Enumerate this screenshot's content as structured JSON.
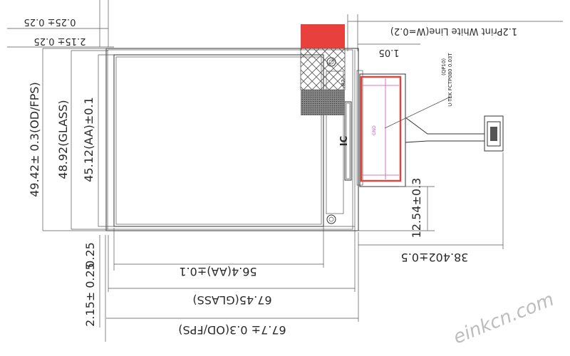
{
  "dimensions": {
    "top_left_1": "0.25± 0.25",
    "top_left_2": "2.15± 0.25",
    "print_white_line": "1.2Print White Line(W=0.2)",
    "offset_105": "1.05",
    "height_od": "49.42± 0.3(OD/FPS)",
    "height_glass": "48.92(GLASS)",
    "height_aa": "45.12(AA)±0.1",
    "left_025": "0.25",
    "left_215": "2.15± 0.25",
    "fpc_offset": "12.54±0.3",
    "fpc_length": "38.402±0.5",
    "width_aa": "56.4(AA)±0.1",
    "width_glass": "67.45(GLASS)",
    "width_od": "67.7± 0.3(OD/FPS)"
  },
  "labels": {
    "ic": "IC",
    "r2": "R2",
    "fpc_text_1": "U-TEK FCTP080 0.03T",
    "fpc_text_2": "(QP10)",
    "watermark": "einkcn.com"
  },
  "colors": {
    "red": "#e8403c",
    "magenta": "#c050c0",
    "gray": "#444444"
  }
}
